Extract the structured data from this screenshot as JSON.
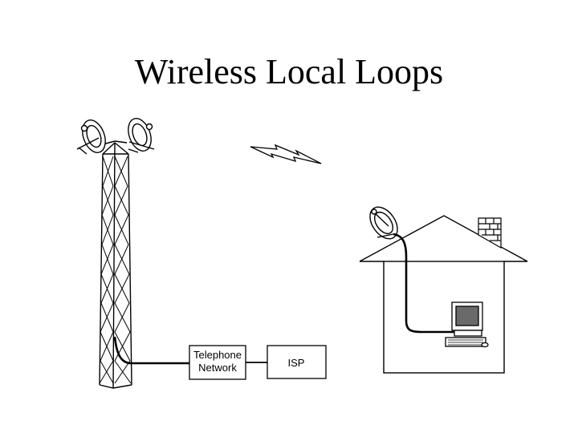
{
  "slide": {
    "title": "Wireless Local Loops"
  },
  "boxes": {
    "telephone_network": {
      "line1": "Telephone",
      "line2": "Network"
    },
    "isp": {
      "label": "ISP"
    }
  },
  "colors": {
    "line": "#000000",
    "monitor_screen": "#6a6a6a",
    "background": "#ffffff"
  },
  "icons": [
    "tower-icon",
    "microwave-dish-icon",
    "lightning-bolt-icon",
    "house-icon",
    "chimney-icon",
    "computer-icon"
  ]
}
